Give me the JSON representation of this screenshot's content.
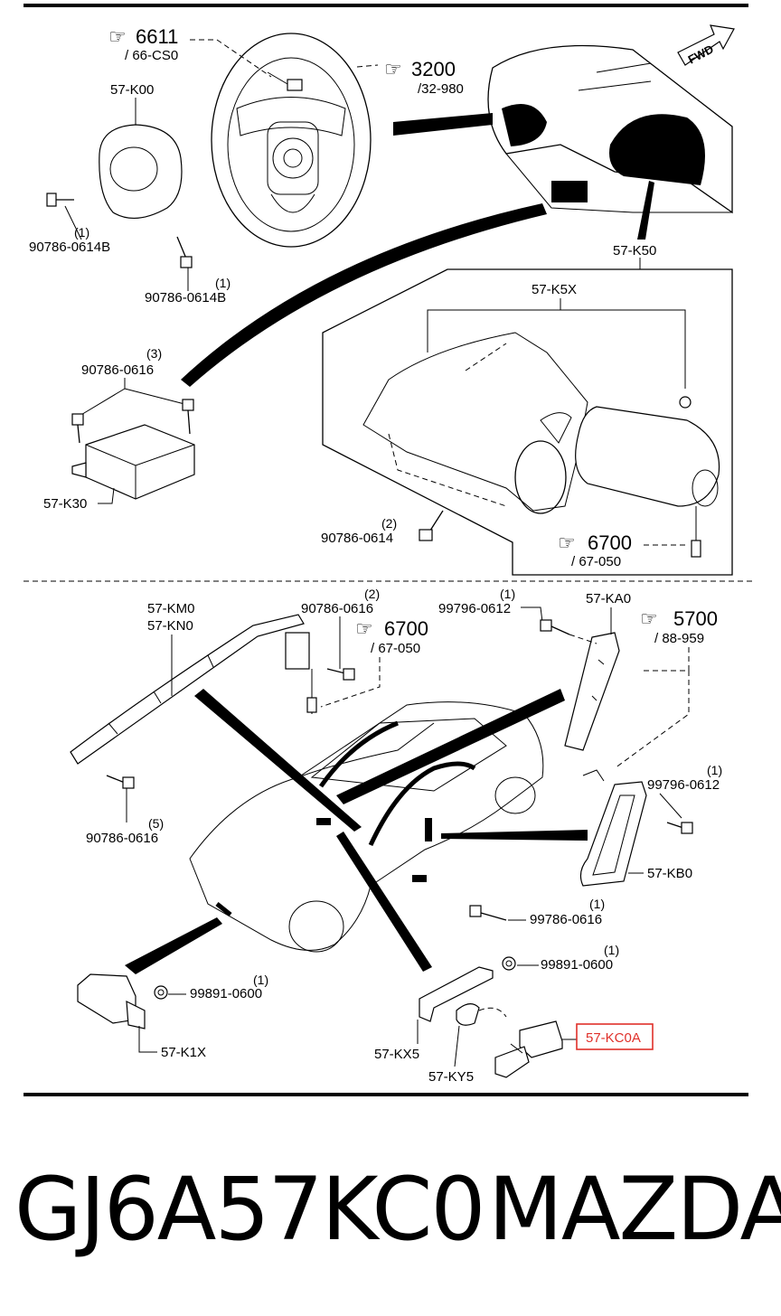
{
  "upper": {
    "ref_6611": "6611",
    "ref_6611_sub": "/ 66-CS0",
    "ref_3200": "3200",
    "ref_3200_sub": "/32-980",
    "k00": "57-K00",
    "bolt_a": "90786-0614B",
    "bolt_a_qty": "(1)",
    "bolt_b": "90786-0614B",
    "bolt_b_qty": "(1)",
    "k50": "57-K50",
    "k5x": "57-K5X",
    "bolt_c": "90786-0616",
    "bolt_c_qty": "(3)",
    "k30": "57-K30",
    "bolt_d": "90786-0614",
    "bolt_d_qty": "(2)",
    "ref_6700": "6700",
    "ref_6700_sub": "/ 67-050",
    "fwd": "FWD"
  },
  "lower": {
    "km0": "57-KM0",
    "kn0": "57-KN0",
    "bolt_e": "90786-0616",
    "bolt_e_qty": "(2)",
    "ref_6700": "6700",
    "ref_6700_sub": "/ 67-050",
    "bolt_f": "99796-0612",
    "bolt_f_qty": "(1)",
    "ka0": "57-KA0",
    "ref_5700": "5700",
    "ref_5700_sub": "/ 88-959",
    "bolt_g": "99796-0612",
    "bolt_g_qty": "(1)",
    "bolt_h": "90786-0616",
    "bolt_h_qty": "(5)",
    "kb0": "57-KB0",
    "bolt_i": "99786-0616",
    "bolt_i_qty": "(1)",
    "nut_a": "99891-0600",
    "nut_a_qty": "(1)",
    "nut_b": "99891-0600",
    "nut_b_qty": "(1)",
    "k1x": "57-K1X",
    "kx5": "57-KX5",
    "ky5": "57-KY5",
    "kc0a": "57-KC0A"
  },
  "footer": {
    "part_number": "GJ6A57KC0",
    "brand": "MAZDA"
  },
  "colors": {
    "highlight": "#e0302a",
    "ink": "#000000"
  }
}
